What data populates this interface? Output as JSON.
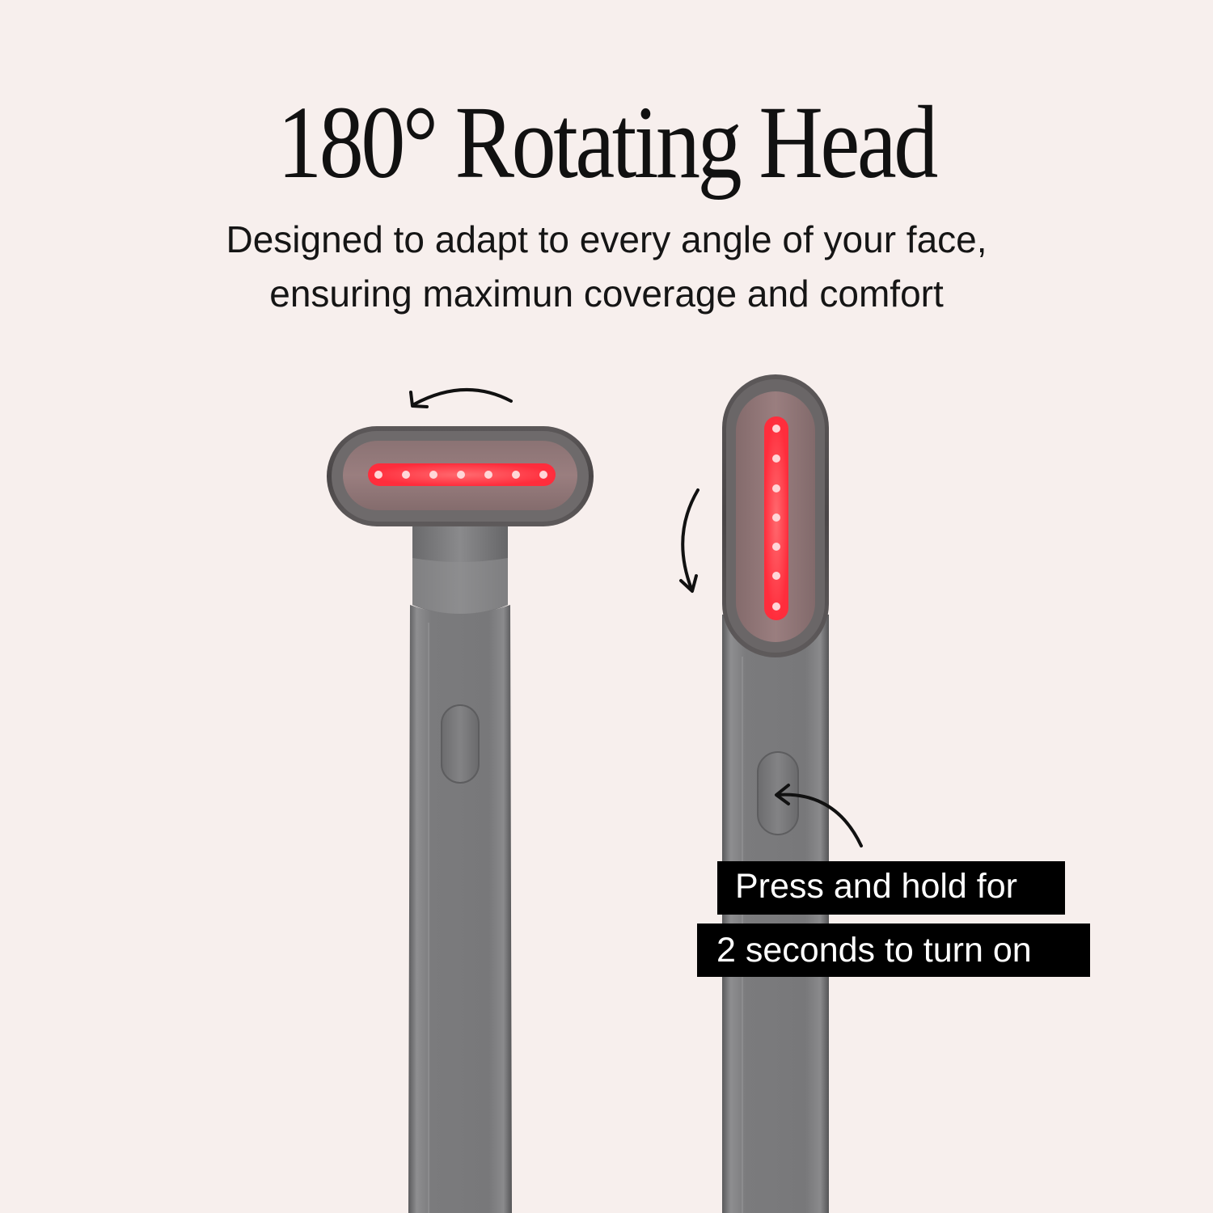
{
  "headline": "180° Rotating Head",
  "subtitle": {
    "line1": "Designed to adapt to every angle of your face,",
    "line2": "ensuring maximun coverage and comfort"
  },
  "callout": {
    "line1": "Press and hold for",
    "line2": "2 seconds to turn on"
  },
  "colors": {
    "background": "#f7efed",
    "device_metal": "#7a7a7c",
    "led_red": "#ff2d3c",
    "label_bg": "#000000",
    "label_text": "#ffffff"
  },
  "icons": {
    "rotate_left": "curved-arrow-left-icon",
    "rotate_down": "curved-arrow-down-icon",
    "pointer": "curved-arrow-pointer-icon"
  }
}
